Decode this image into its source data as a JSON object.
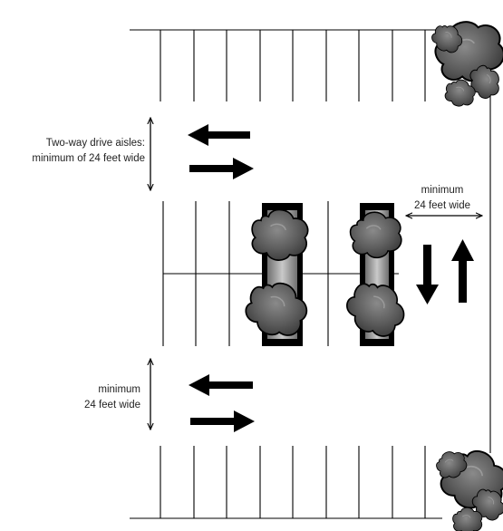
{
  "diagram": {
    "colors": {
      "line": "#000000",
      "tree_fill": "#5c5c5c",
      "tree_dark": "#3a3a3a",
      "tree_light": "#8a8a8a",
      "island_fill": "#9a9a9a",
      "island_border": "#000000",
      "text": "#222222"
    },
    "labels": {
      "top_aisle": {
        "line1": "Two-way drive aisles:",
        "line2": "minimum of 24 feet wide"
      },
      "right_aisle": {
        "line1": "minimum",
        "line2": "24 feet wide"
      },
      "bottom_aisle": {
        "line1": "minimum",
        "line2": "24 feet wide"
      }
    },
    "icons": {
      "dimension_arrow": "double-headed-arrow-icon",
      "traffic_arrow": "direction-arrow-icon",
      "tree": "tree-canopy-icon"
    }
  }
}
